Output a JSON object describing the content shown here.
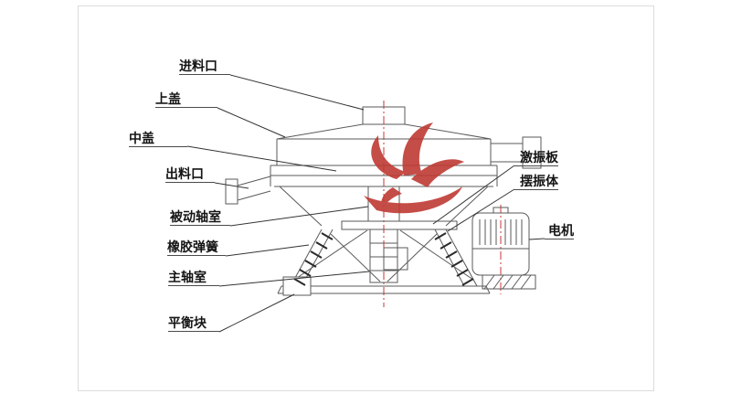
{
  "diagram": {
    "type": "technical-structure-diagram",
    "subject": "rotary vibrating sieve machine",
    "labels": {
      "feed_inlet": "进料口",
      "upper_cover": "上盖",
      "middle_cover": "中盖",
      "discharge_outlet": "出料口",
      "driven_shaft_chamber": "被动轴室",
      "rubber_spring": "橡胶弹簧",
      "main_shaft_chamber": "主轴室",
      "balance_block": "平衡块",
      "exciting_plate": "激振板",
      "swing_vibrator": "摆振体",
      "motor": "电机"
    },
    "colors": {
      "line": "#5a5a5a",
      "leader_line": "#333333",
      "centerline": "#cc3333",
      "watermark": "#bf3a34",
      "background": "#ffffff"
    }
  }
}
